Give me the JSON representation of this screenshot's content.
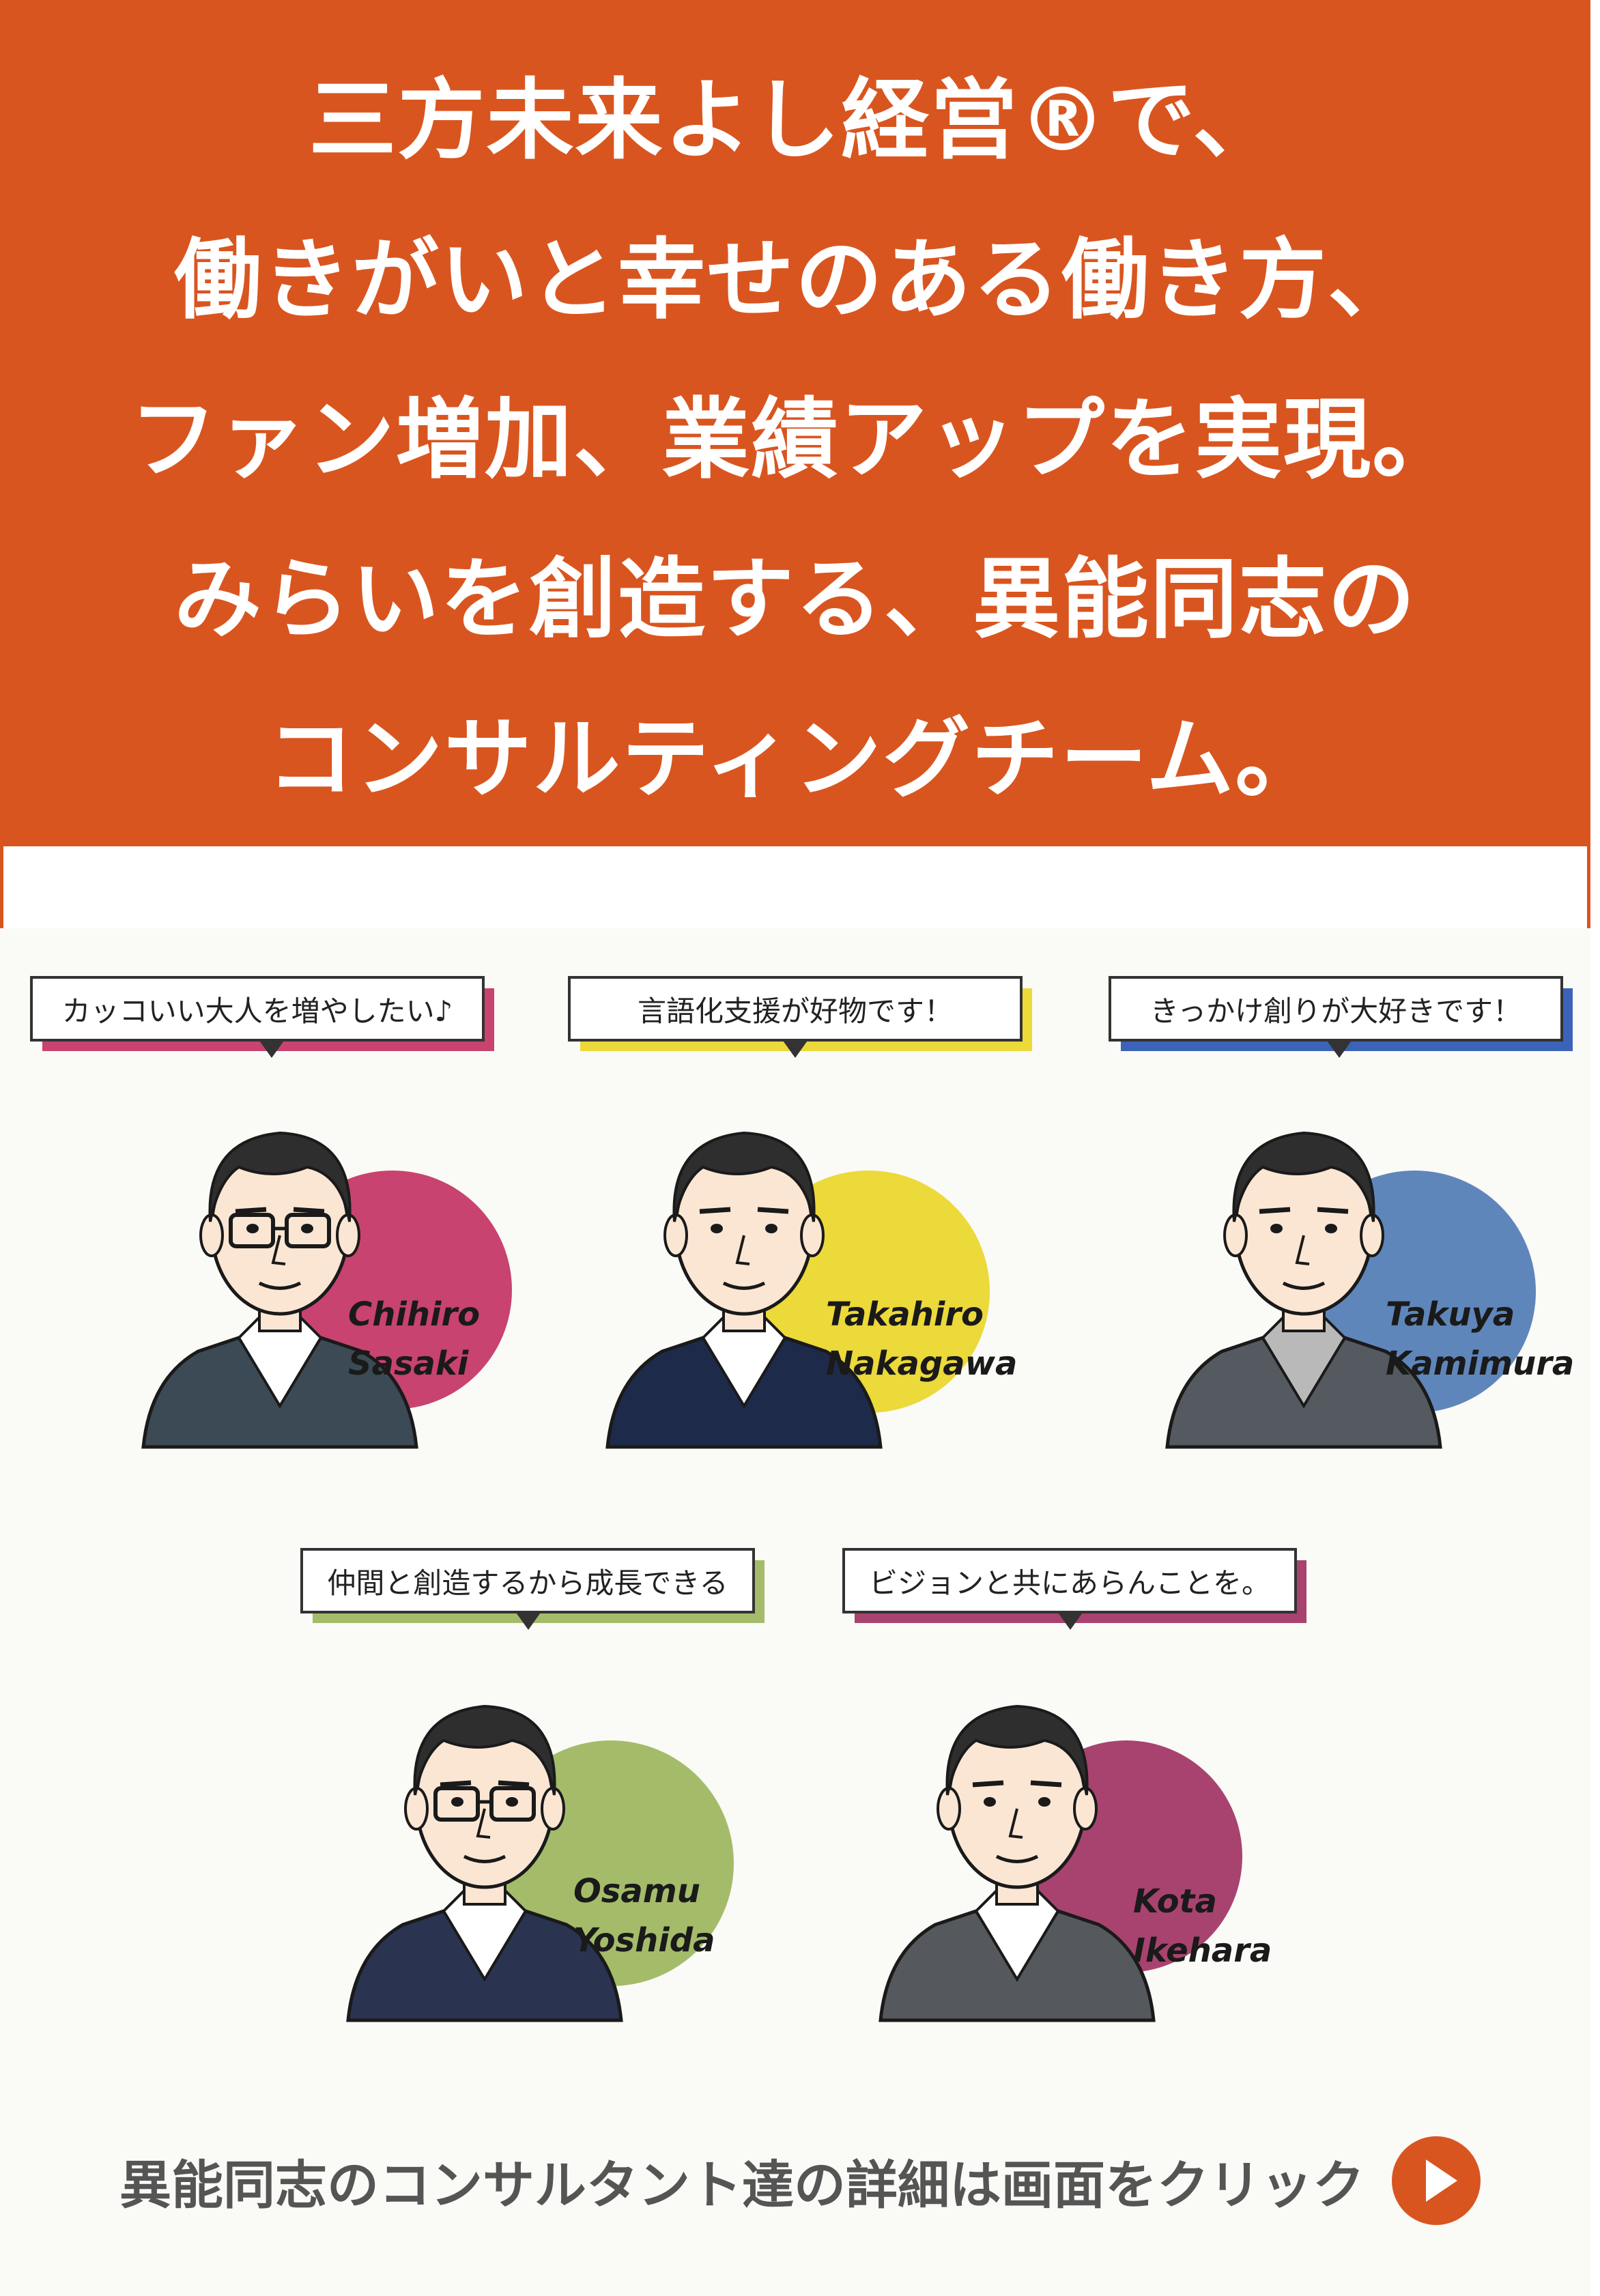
{
  "headline": [
    "三方未来よし経営®で、",
    "働きがいと幸せのある働き方、",
    "ファン増加、業績アップを実現。",
    "みらいを創造する、異能同志の",
    "コンサルティングチーム。"
  ],
  "members": [
    {
      "quote": "カッコいい大人を増やしたい♪",
      "first": "Chihiro",
      "last": "Sasaki",
      "circle_color": "#c8436f",
      "shadow_color": "#c8436f",
      "suit_color": "#3c4a55",
      "shirt_color": "#ffffff",
      "glasses": true
    },
    {
      "quote": "言語化支援が好物です！",
      "first": "Takahiro",
      "last": "Nakagawa",
      "circle_color": "#ecd93a",
      "shadow_color": "#ecd93a",
      "suit_color": "#1d2a4a",
      "shirt_color": "#ffffff",
      "glasses": false
    },
    {
      "quote": "きっかけ創りが大好きです！",
      "first": "Takuya",
      "last": "Kamimura",
      "circle_color": "#5f86ba",
      "shadow_color": "#3b63b8",
      "suit_color": "#555a60",
      "shirt_color": "#b9b9b9",
      "glasses": false
    },
    {
      "quote": "仲間と創造するから成長できる",
      "first": "Osamu",
      "last": "Yoshida",
      "circle_color": "#a4bc6a",
      "shadow_color": "#a4bc6a",
      "suit_color": "#2a3450",
      "shirt_color": "#ffffff",
      "glasses": true
    },
    {
      "quote": "ビジョンと共にあらんことを。",
      "first": "Kota",
      "last": "Ikehara",
      "circle_color": "#a8436f",
      "shadow_color": "#a8436f",
      "suit_color": "#55585c",
      "shirt_color": "#ffffff",
      "glasses": false
    }
  ],
  "cta": {
    "label": "異能同志のコンサルタント達の詳細は画面をクリック"
  },
  "colors": {
    "header": "#d9551f",
    "panel": "#fafaf6",
    "cta_text": "#555555"
  }
}
